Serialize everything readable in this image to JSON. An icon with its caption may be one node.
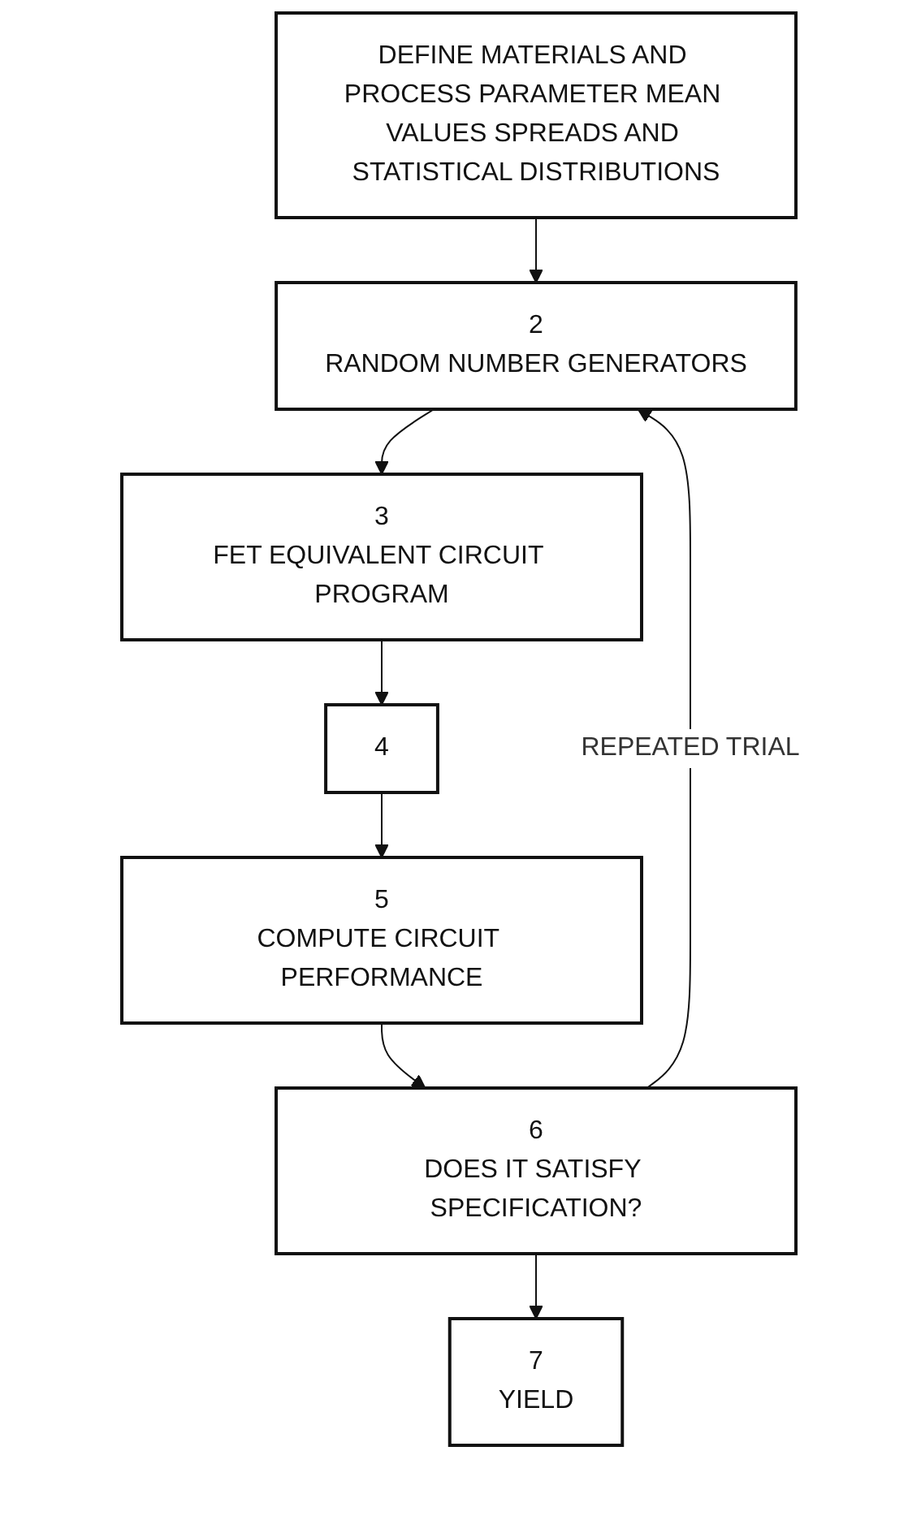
{
  "diagram": {
    "nodes": [
      {
        "text": [
          "DEFINE MATERIALS AND PROCESS PARAMETER MEAN VALUES SPREADS AND STATISTICAL DISTRIBUTIONS"
        ]
      },
      {
        "text": [
          "2",
          "RANDOM NUMBER GENERATORS"
        ]
      },
      {
        "text": [
          "3",
          "FET EQUIVALENT CIRCUIT PROGRAM"
        ]
      },
      {
        "text": [
          "4"
        ]
      },
      {
        "text": [
          "5",
          "COMPUTE CIRCUIT PERFORMANCE"
        ]
      },
      {
        "text": [
          "6",
          "DOES IT SATISFY SPECIFICATION?"
        ]
      },
      {
        "text": [
          "7",
          "YIELD"
        ]
      }
    ],
    "edges": [
      {
        "from": 0,
        "to": 1,
        "arrow": "to"
      },
      {
        "from": 1,
        "to": 2,
        "arrow": "to"
      },
      {
        "from": 2,
        "to": 3,
        "arrow": "to"
      },
      {
        "from": 3,
        "to": 4,
        "arrow": "to"
      },
      {
        "from": 4,
        "to": 5,
        "arrow": "to"
      },
      {
        "from": 5,
        "to": 1,
        "arrow": "to",
        "label": "REPEATED TRIAL"
      },
      {
        "from": 5,
        "to": 6,
        "arrow": "to"
      }
    ]
  }
}
